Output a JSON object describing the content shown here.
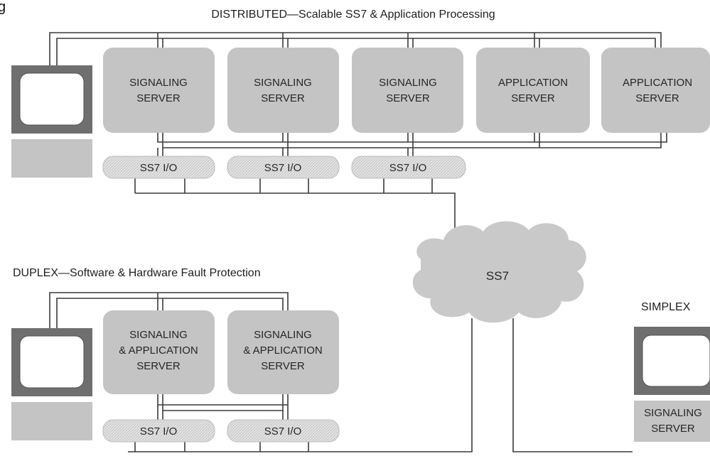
{
  "figure_tag": "g",
  "sections": {
    "distributed_title": "DISTRIBUTED—Scalable SS7 & Application Processing",
    "duplex_title": "DUPLEX—Software & Hardware Fault Protection",
    "simplex_title": "SIMPLEX"
  },
  "distributed": {
    "servers": [
      {
        "line1": "SIGNALING",
        "line2": "SERVER"
      },
      {
        "line1": "SIGNALING",
        "line2": "SERVER"
      },
      {
        "line1": "SIGNALING",
        "line2": "SERVER"
      },
      {
        "line1": "APPLICATION",
        "line2": "SERVER"
      },
      {
        "line1": "APPLICATION",
        "line2": "SERVER"
      }
    ],
    "io": [
      "SS7 I/O",
      "SS7 I/O",
      "SS7 I/O"
    ]
  },
  "duplex": {
    "servers": [
      {
        "line1": "SIGNALING",
        "line2": "& APPLICATION",
        "line3": "SERVER"
      },
      {
        "line1": "SIGNALING",
        "line2": "& APPLICATION",
        "line3": "SERVER"
      }
    ],
    "io": [
      "SS7 I/O",
      "SS7 I/O"
    ]
  },
  "simplex": {
    "server": {
      "line1": "SIGNALING",
      "line2": "SERVER"
    }
  },
  "network": {
    "label": "SS7"
  },
  "colors": {
    "box_fill": "#c4c4c4",
    "line": "#3a3a3a",
    "monitor_bezel": "#6f6f6f"
  }
}
